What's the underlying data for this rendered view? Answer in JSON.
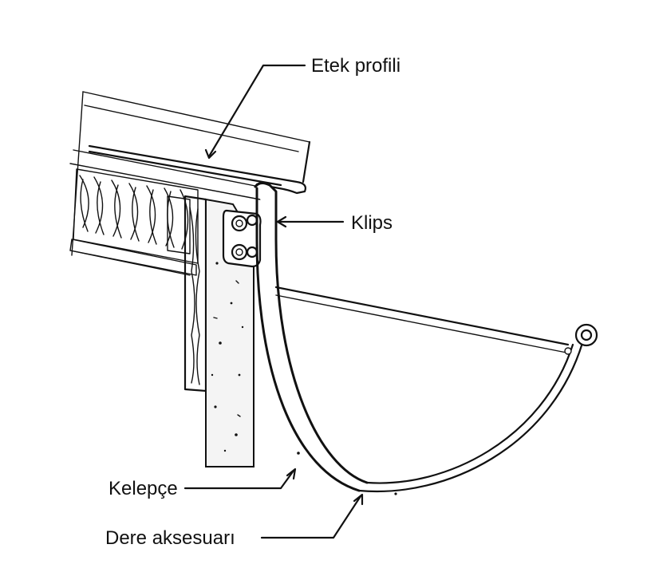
{
  "labels": {
    "etek_profili": "Etek profili",
    "klips": "Klips",
    "kelepce": "Kelepçe",
    "dere_aksesuari": "Dere aksesuarı"
  },
  "colors": {
    "line": "#111111",
    "background": "#ffffff"
  }
}
